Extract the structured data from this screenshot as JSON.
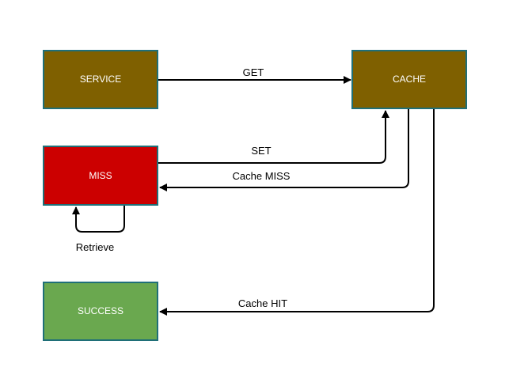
{
  "nodes": {
    "service": {
      "label": "SERVICE",
      "fill": "#7f6000",
      "stroke": "#1f6f78"
    },
    "cache": {
      "label": "CACHE",
      "fill": "#7f6000",
      "stroke": "#1f6f78"
    },
    "miss": {
      "label": "MISS",
      "fill": "#cc0000",
      "stroke": "#1f6f78"
    },
    "success": {
      "label": "SUCCESS",
      "fill": "#6aa84f",
      "stroke": "#1f6f78"
    }
  },
  "edges": {
    "get": {
      "label": "GET"
    },
    "set": {
      "label": "SET"
    },
    "cache_miss": {
      "label": "Cache MISS"
    },
    "retrieve": {
      "label": "Retrieve"
    },
    "cache_hit": {
      "label": "Cache HIT"
    }
  },
  "colors": {
    "edge": "#000000",
    "node_border": "#1f6f78"
  }
}
